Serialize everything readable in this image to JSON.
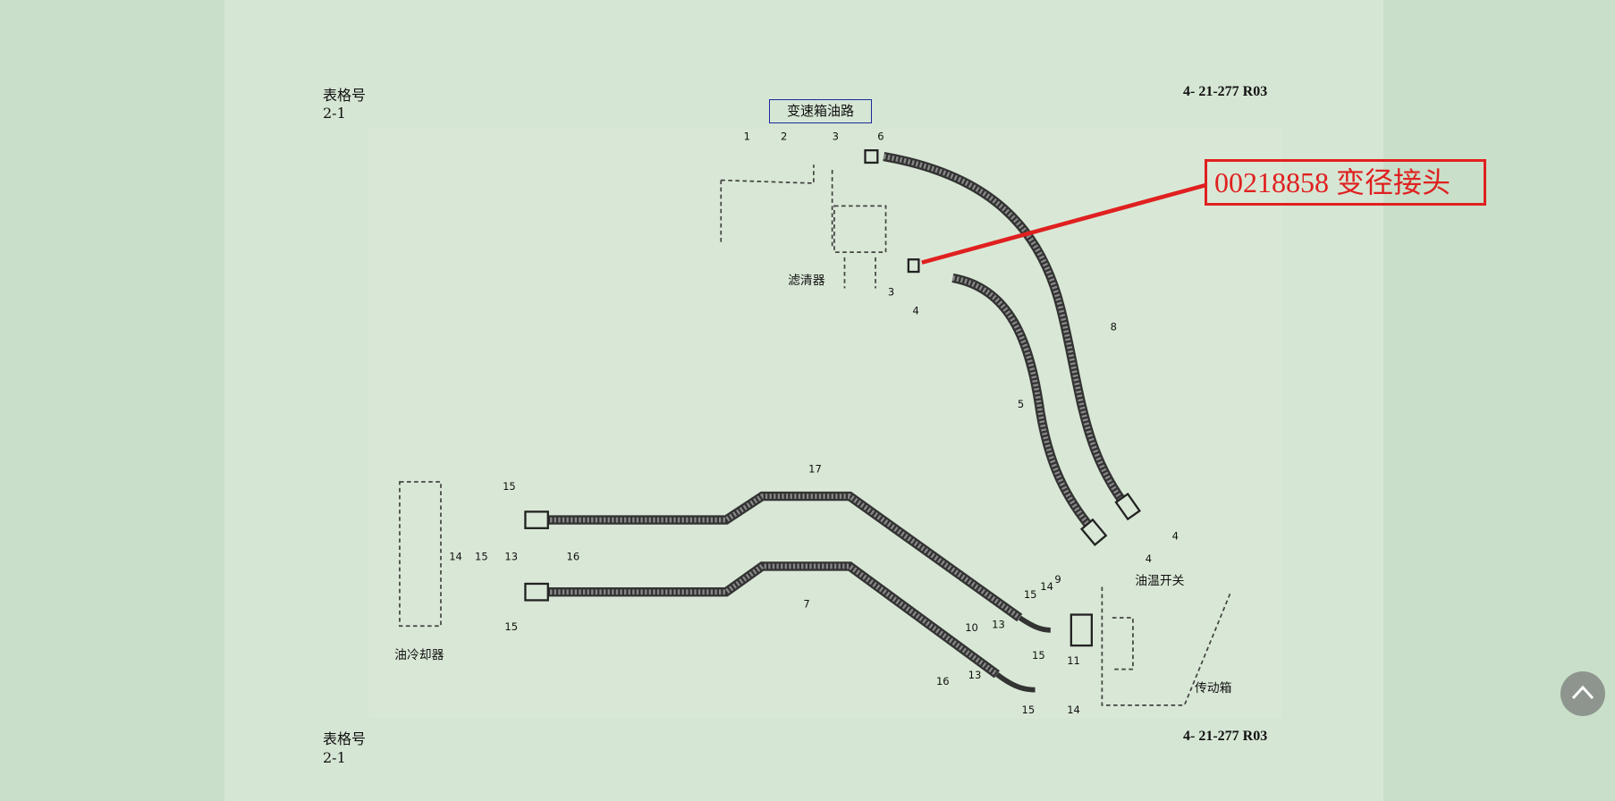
{
  "header": {
    "table_label": "表格号",
    "table_number": "2-1",
    "doc_code": "4- 21-277 R03"
  },
  "footer": {
    "table_label": "表格号",
    "table_number": "2-1",
    "doc_code": "4- 21-277 R03"
  },
  "diagram": {
    "title": "变速箱油路",
    "labels": {
      "filter": "滤清器",
      "oil_cooler": "油冷却器",
      "oil_temp_switch": "油温开关",
      "transmission": "传动箱"
    },
    "part_numbers": [
      "1",
      "2",
      "3",
      "6",
      "3",
      "4",
      "8",
      "5",
      "4",
      "4",
      "17",
      "7",
      "15",
      "14",
      "15",
      "13",
      "16",
      "15",
      "15",
      "14",
      "9",
      "10",
      "13",
      "15",
      "11",
      "16",
      "13",
      "15",
      "14"
    ]
  },
  "callout": {
    "text": "00218858  变径接头",
    "color": "#e02020"
  },
  "scroll_top": {
    "icon": "chevron-up-icon"
  }
}
